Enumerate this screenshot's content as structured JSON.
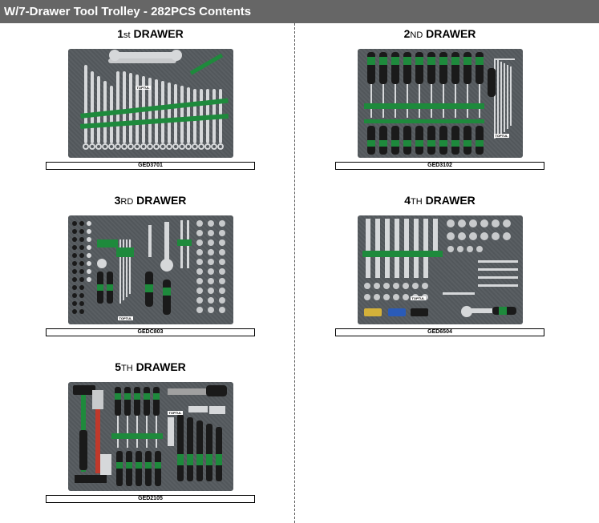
{
  "page": {
    "title": "W/7-Drawer Tool Trolley - 282PCS Contents"
  },
  "drawers": [
    {
      "num": "1",
      "suffix": "st",
      "word": "DRAWER",
      "code": "GED3701",
      "tray_label": "TOPTUL"
    },
    {
      "num": "2",
      "suffix": "ND",
      "word": "DRAWER",
      "code": "GED3102",
      "tray_label": "TOPTUL"
    },
    {
      "num": "3",
      "suffix": "RD",
      "word": "DRAWER",
      "code": "GEDC803",
      "tray_label": "TOPTUL"
    },
    {
      "num": "4",
      "suffix": "TH",
      "word": "DRAWER",
      "code": "GED6504",
      "tray_label": "TOPTUL"
    },
    {
      "num": "5",
      "suffix": "TH",
      "word": "DRAWER",
      "code": "GED2105",
      "tray_label": "TOPTUL"
    }
  ],
  "colors": {
    "header_bg": "#666666",
    "tray_bg": "#555a5e",
    "tool_green": "#1e8a3c",
    "tool_chrome": "#d6d8da",
    "tool_black": "#1a1a1a"
  }
}
